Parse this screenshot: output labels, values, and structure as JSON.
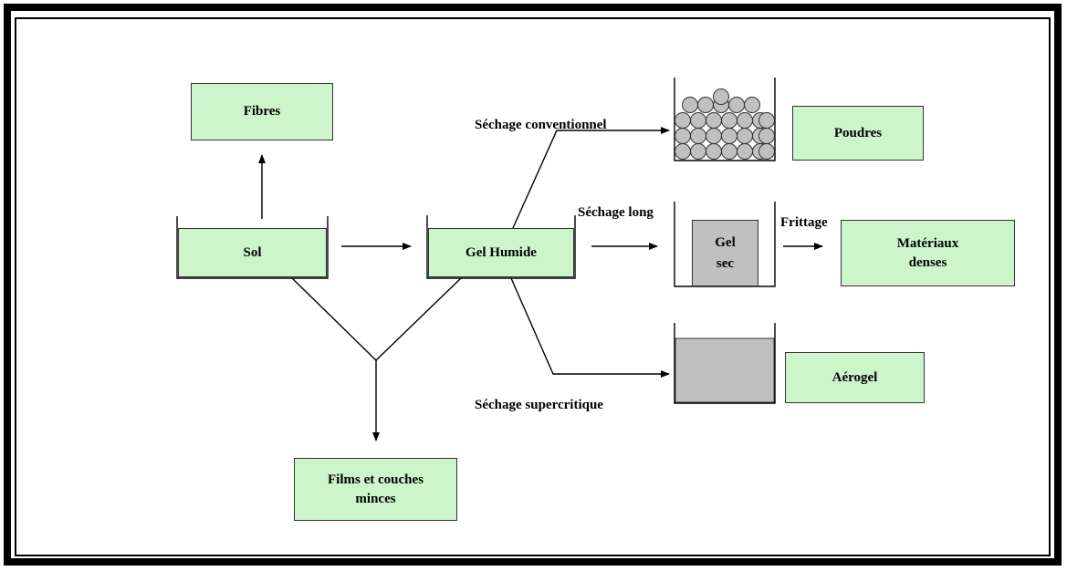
{
  "nodes": {
    "fibres": "Fibres",
    "sol": "Sol",
    "gel_humide": "Gel Humide",
    "films": "Films et couches minces",
    "poudres": "Poudres",
    "gel_sec_line1": "Gel",
    "gel_sec_line2": "sec",
    "materiaux": "Matériaux denses",
    "aerogel": "Aérogel"
  },
  "edges": {
    "sechage_conventionnel": "Séchage conventionnel",
    "sechage_long": "Séchage long",
    "frittage": "Frittage",
    "sechage_supercritique": "Séchage supercritique"
  },
  "colors": {
    "box_fill": "#ccf5cc",
    "gel_grey": "#c0c0c0",
    "line": "#000000"
  }
}
